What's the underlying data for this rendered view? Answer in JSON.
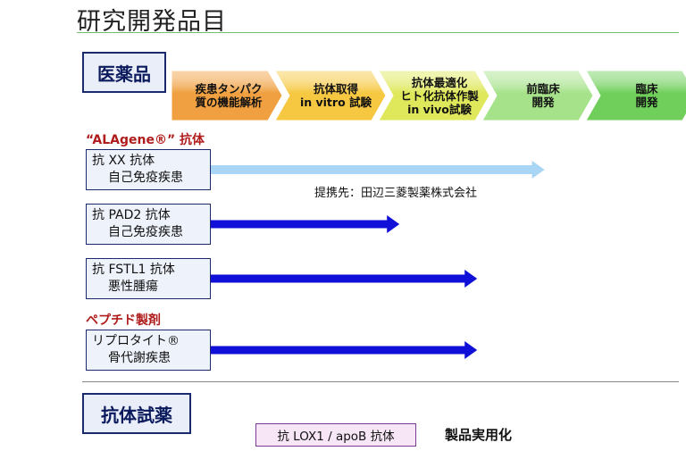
{
  "header": {
    "title": "研究開発品目"
  },
  "sections": {
    "pharma": "医薬品",
    "reagents": "抗体試薬"
  },
  "stages": [
    {
      "label": "疾患タンパク\n質の機能解析",
      "color": "#f0a040"
    },
    {
      "label": "抗体取得\nin vitro 試験",
      "color": "#f6c842"
    },
    {
      "label": "抗体最適化\nヒト化抗体作製\nin vivo試験",
      "color": "#dfe85a"
    },
    {
      "label": "前臨床\n開発",
      "color": "#a6e28a"
    },
    {
      "label": "臨床\n開発",
      "color": "#6fcf5a"
    }
  ],
  "groups": {
    "alagene": "“ALAgene®” 抗体",
    "peptide": "ペプチド製剤"
  },
  "items": [
    {
      "line1": "抗 XX 抗体",
      "line2": "自己免疫疾患",
      "progress_stage": 3.6,
      "arrow_color": "#a9d6f5"
    },
    {
      "line1": "抗 PAD2 抗体",
      "line2": "自己免疫疾患",
      "progress_stage": 2.2,
      "arrow_color": "#1010d8"
    },
    {
      "line1": "抗 FSTL1 抗体",
      "line2": "悪性腫瘍",
      "progress_stage": 2.95,
      "arrow_color": "#1010d8"
    },
    {
      "line1": "リプロタイト®",
      "line2": "骨代謝疾患",
      "progress_stage": 2.95,
      "arrow_color": "#1010d8"
    }
  ],
  "partner_note": "提携先：田辺三菱製薬株式会社",
  "reagent": {
    "label": "抗 LOX1 / apoB 抗体",
    "status": "製品実用化"
  }
}
